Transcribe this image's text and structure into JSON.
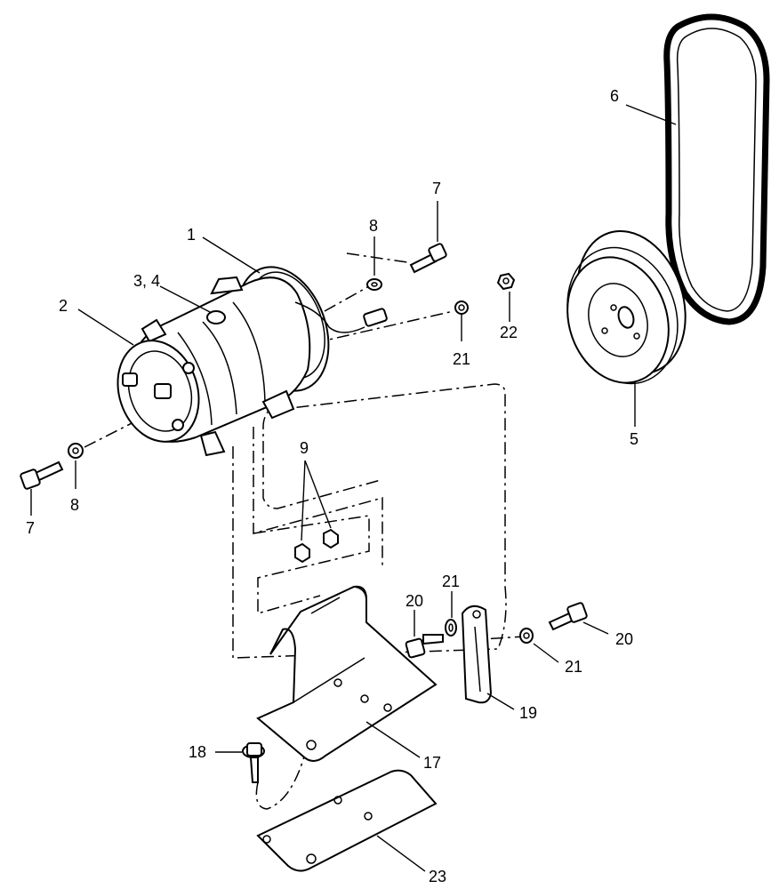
{
  "diagram": {
    "callouts": [
      {
        "id": "c1",
        "text": "1"
      },
      {
        "id": "c2",
        "text": "2"
      },
      {
        "id": "c3",
        "text": "3, 4"
      },
      {
        "id": "c5",
        "text": "5"
      },
      {
        "id": "c6",
        "text": "6"
      },
      {
        "id": "c7a",
        "text": "7"
      },
      {
        "id": "c7b",
        "text": "7"
      },
      {
        "id": "c8a",
        "text": "8"
      },
      {
        "id": "c8b",
        "text": "8"
      },
      {
        "id": "c9",
        "text": "9"
      },
      {
        "id": "c17",
        "text": "17"
      },
      {
        "id": "c18",
        "text": "18"
      },
      {
        "id": "c19",
        "text": "19"
      },
      {
        "id": "c20a",
        "text": "20"
      },
      {
        "id": "c20b",
        "text": "20"
      },
      {
        "id": "c21a",
        "text": "21"
      },
      {
        "id": "c21b",
        "text": "21"
      },
      {
        "id": "c21c",
        "text": "21"
      },
      {
        "id": "c22",
        "text": "22"
      },
      {
        "id": "c23",
        "text": "23"
      }
    ]
  }
}
